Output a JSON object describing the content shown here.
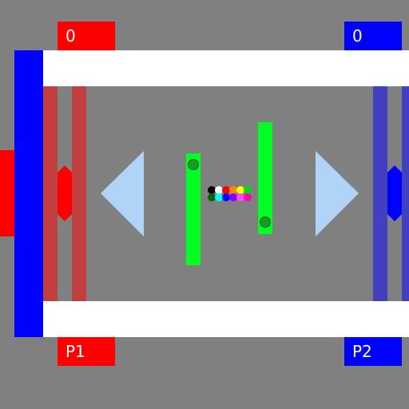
{
  "players": {
    "p1": {
      "label": "P1",
      "score": "0",
      "color": "#ff0000"
    },
    "p2": {
      "label": "P2",
      "score": "0",
      "color": "#0000ff"
    }
  },
  "colors": {
    "background": "#808080",
    "wall": "#ffffff",
    "paddle": "#00ff22",
    "arrow": "#b0d4f8",
    "p1_post": "#c04040",
    "p2_post": "#4040c0"
  },
  "palette": {
    "top": [
      "#000000",
      "#ffffff",
      "#ff0000",
      "#ff8800",
      "#ffff00",
      "#00dd00"
    ],
    "bottom": [
      "#006600",
      "#00ffff",
      "#0000ff",
      "#8800ff",
      "#ff44ff",
      "#ff00aa"
    ]
  },
  "icons": {
    "left_arrow": "triangle-left-icon",
    "right_arrow": "triangle-right-icon",
    "ball": "ball-icon"
  }
}
